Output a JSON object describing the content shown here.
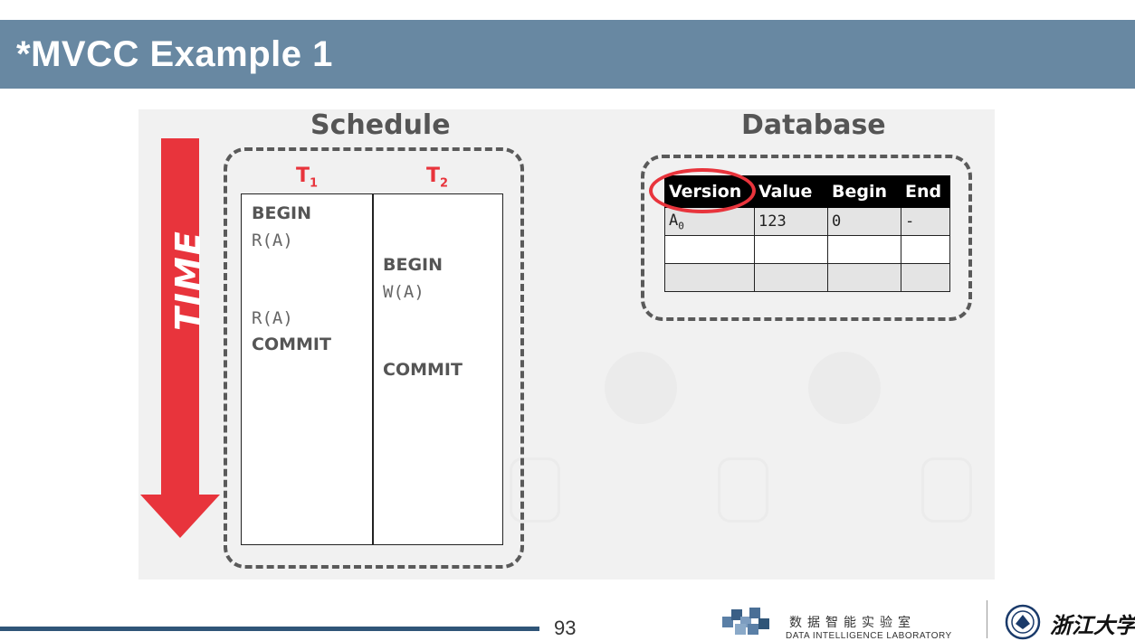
{
  "slide": {
    "title": "*MVCC Example 1",
    "page_number": "93"
  },
  "schedule": {
    "heading": "Schedule",
    "time_label": "TIME",
    "transactions": [
      {
        "name": "T",
        "sub": "1"
      },
      {
        "name": "T",
        "sub": "2"
      }
    ],
    "t1_ops": [
      "BEGIN",
      "R(A)",
      "R(A)",
      "COMMIT"
    ],
    "t2_ops": [
      "BEGIN",
      "W(A)",
      "COMMIT"
    ]
  },
  "database": {
    "heading": "Database",
    "columns": [
      "Version",
      "Value",
      "Begin",
      "End"
    ],
    "rows": [
      {
        "version": "A",
        "version_sub": "0",
        "value": "123",
        "begin": "0",
        "end": "-"
      },
      {
        "version": "",
        "version_sub": "",
        "value": "",
        "begin": "",
        "end": ""
      },
      {
        "version": "",
        "version_sub": "",
        "value": "",
        "begin": "",
        "end": ""
      }
    ]
  },
  "footer": {
    "lab_cn": "数据智能实验室",
    "lab_en": "DATA INTELLIGENCE LABORATORY",
    "university_cn": "浙江大学"
  },
  "colors": {
    "title_bar": "#6888a2",
    "accent_red": "#e8343c",
    "footer_line": "#2f5578"
  }
}
